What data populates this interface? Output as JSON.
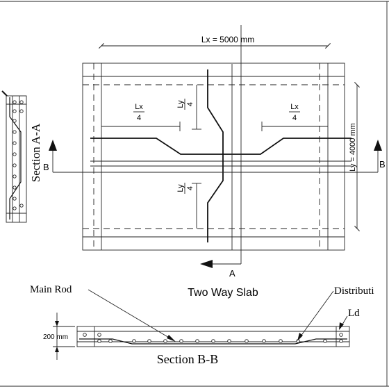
{
  "plan": {
    "lx_dimension": "Lx = 5000 mm",
    "ly_dimension": "Ly = 4000 mm",
    "fraction_lx": {
      "numerator": "Lx",
      "denominator": "4"
    },
    "fraction_ly": {
      "numerator": "Ly",
      "denominator": "4"
    },
    "cut_a": "A",
    "cut_b": "B",
    "title": "Two Way Slab"
  },
  "section_aa": {
    "title": "Section A-A"
  },
  "section_bb": {
    "title": "Section B-B",
    "thickness": "200 mm",
    "label_main_rod": "Main Rod",
    "label_distribution": "Distributi",
    "label_ld": "Ld"
  }
}
